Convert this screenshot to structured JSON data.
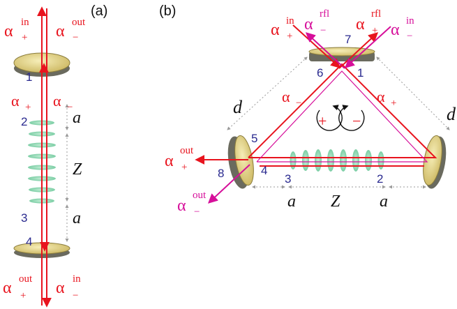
{
  "colors": {
    "red": "#e8141e",
    "magenta": "#d60f9a",
    "blue": "#2a2a8f",
    "black": "#111111",
    "mirror_face": "#e8d88a",
    "mirror_edge": "#5a5a50",
    "atoms": "#8fd6b0",
    "dotted": "#9a9a9a"
  },
  "panel_a": {
    "label": "(a)",
    "labels": {
      "alpha": "α",
      "plus": "+",
      "minus": "−",
      "in": "in",
      "out": "out"
    },
    "numbers": [
      "1",
      "2",
      "3",
      "4"
    ],
    "distances": [
      "a",
      "Z",
      "a"
    ]
  },
  "panel_b": {
    "label": "(b)",
    "labels": {
      "alpha": "α",
      "plus": "+",
      "minus": "−",
      "in": "in",
      "out": "out",
      "rfl": "rfl"
    },
    "numbers": [
      "1",
      "2",
      "3",
      "4",
      "5",
      "6",
      "7",
      "8"
    ],
    "distances": [
      "d",
      "d",
      "a",
      "Z",
      "a"
    ],
    "circ_plus": "+",
    "circ_minus": "−"
  }
}
